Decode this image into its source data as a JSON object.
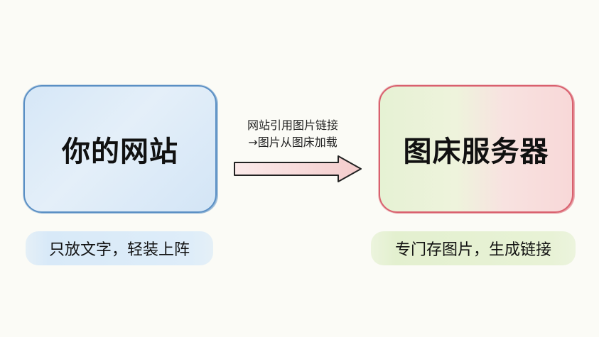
{
  "left_box": {
    "title": "你的网站",
    "caption": "只放文字，轻装上阵",
    "fill_color": "#d6e7f7",
    "border_color": "#5a8fc4"
  },
  "right_box": {
    "title": "图床服务器",
    "caption": "专门存图片，生成链接",
    "fill_colors": [
      "#e6f2d4",
      "#f8d8d8"
    ],
    "border_color": "#d9606e"
  },
  "connector": {
    "line1": "网站引用图片链接",
    "line2": "→图片从图床加载",
    "icon": "right-arrow-icon",
    "arrow_fill": "#f6d4d4",
    "arrow_stroke": "#222222"
  }
}
